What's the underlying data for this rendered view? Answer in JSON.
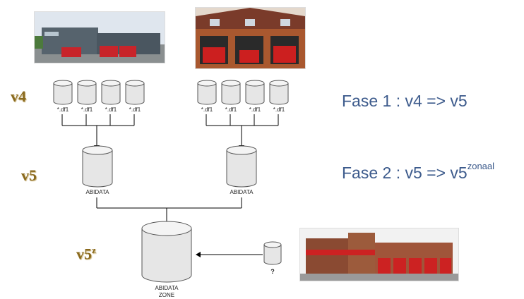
{
  "versions": {
    "v4": "v4",
    "v5": "v5",
    "v5z_base": "v5",
    "v5z_sup": "z"
  },
  "phases": [
    {
      "text": "Fase 1 : v4 => v5",
      "sup": ""
    },
    {
      "text": "Fase 2 : v5 => v5",
      "sup": "zonaal"
    }
  ],
  "file_label": "*.df1",
  "db_label": "ABIDATA",
  "zone_db_label_1": "ABIDATA",
  "zone_db_label_2": "ZONE",
  "unknown_label": "?",
  "photos": [
    "fire-station-photo-1",
    "fire-station-photo-2",
    "fire-station-photo-3"
  ],
  "colors": {
    "version_text": "#8a6a1e",
    "phase_text": "#3d5b8c",
    "db_fill": "#e6e6e6"
  }
}
